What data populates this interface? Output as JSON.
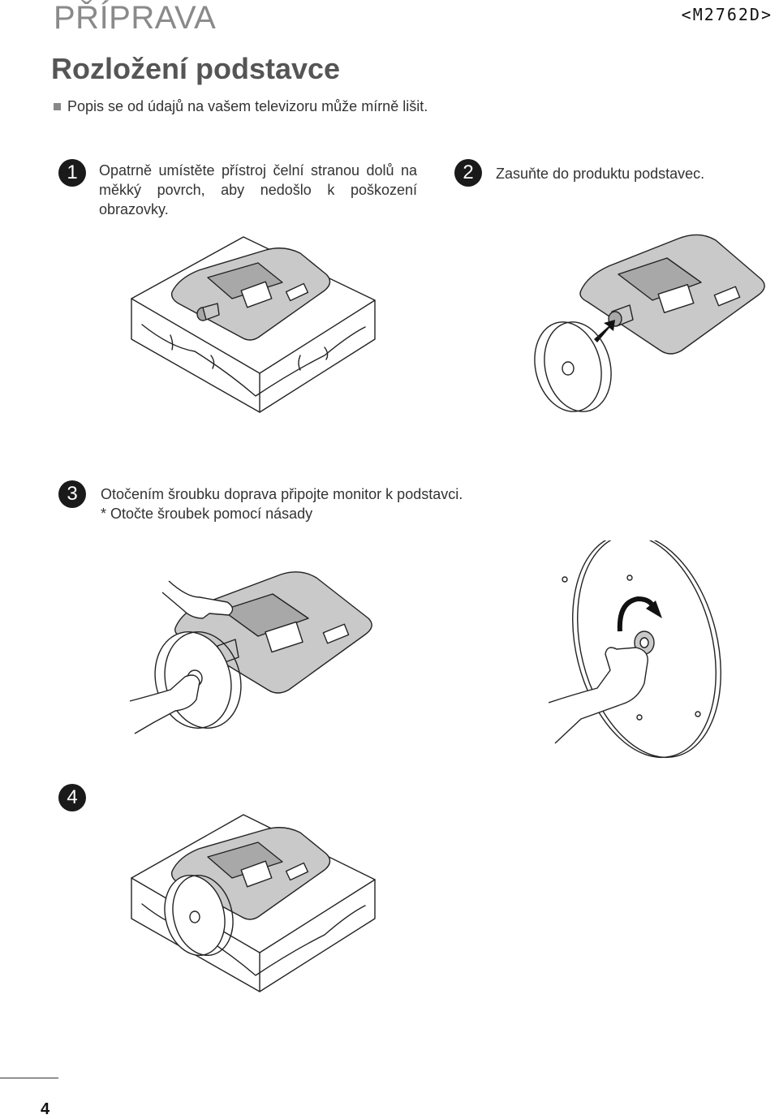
{
  "header": {
    "section_title": "PŘÍPRAVA",
    "model_code": "<M2762D>"
  },
  "page": {
    "heading": "Rozložení podstavce",
    "note": "Popis se od údajů na vašem televizoru může mírně lišit."
  },
  "steps": [
    {
      "number": "1",
      "text": "Opatrně umístěte přístroj čelní stranou dolů na měkký povrch, aby nedošlo k poškození obrazovky."
    },
    {
      "number": "2",
      "text": "Zasuňte do produktu podstavec."
    },
    {
      "number": "3",
      "text": "Otočením šroubku doprava připojte monitor k podstavci.",
      "subtext": "* Otočte šroubek pomocí násady"
    },
    {
      "number": "4",
      "text": ""
    }
  ],
  "footer": {
    "page_number": "4"
  }
}
